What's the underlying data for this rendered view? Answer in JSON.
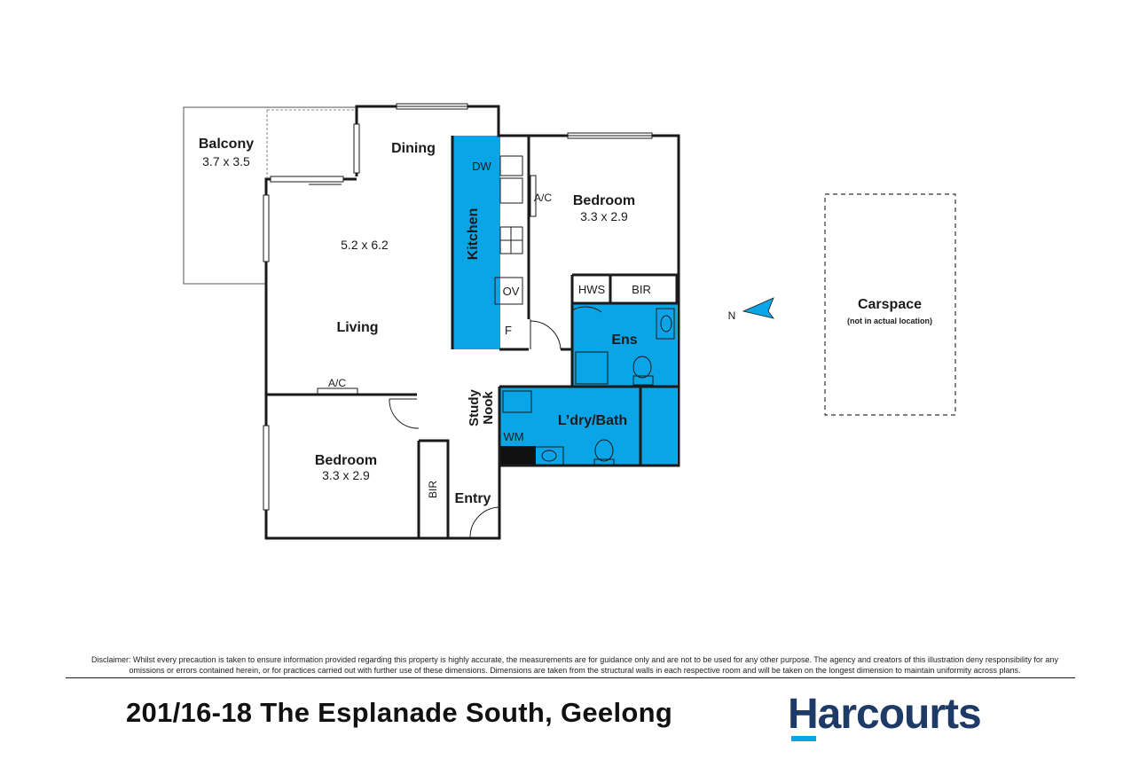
{
  "rooms": {
    "balcony": {
      "name": "Balcony",
      "dims": "3.7 x 3.5"
    },
    "dining": {
      "name": "Dining"
    },
    "living": {
      "name": "Living",
      "dims": "5.2 x 6.2"
    },
    "kitchen": {
      "name": "Kitchen"
    },
    "bedroom1": {
      "name": "Bedroom",
      "dims": "3.3 x 2.9"
    },
    "bedroom2": {
      "name": "Bedroom",
      "dims": "3.3 x 2.9"
    },
    "ens": {
      "name": "Ens"
    },
    "laundry_bath": {
      "name": "L’dry/Bath"
    },
    "study_nook": {
      "name_line1": "Study",
      "name_line2": "Nook"
    },
    "entry": {
      "name": "Entry"
    },
    "carspace": {
      "name": "Carspace",
      "note": "(not in actual location)"
    }
  },
  "fixtures": {
    "dw": "DW",
    "ac_kitchen": "A/C",
    "ov": "OV",
    "f": "F",
    "hws": "HWS",
    "bir_ens": "BIR",
    "ac_living": "A/C",
    "bir_bed2": "BIR",
    "wm": "WM"
  },
  "compass": {
    "label": "N"
  },
  "colors": {
    "wet_area": "#0aa5e6",
    "wall": "#1a1a1a",
    "brand": "#1e3a66",
    "brand_accent": "#0aa5e6"
  },
  "disclaimer": "Disclaimer: Whilst every precaution is taken to ensure information provided regarding this property is highly accurate, the measurements are for guidance only and are not to be used for any other purpose. The agency and creators of this illustration deny responsibility for any omissions or errors contained herein, or for practices carried out with further use of these dimensions. Dimensions are taken from the structural walls in each respective room and will be taken on the longest dimension to maintain uniformity across plans.",
  "address": "201/16-18 The Esplanade South, Geelong",
  "logo_text": "Harcourts"
}
